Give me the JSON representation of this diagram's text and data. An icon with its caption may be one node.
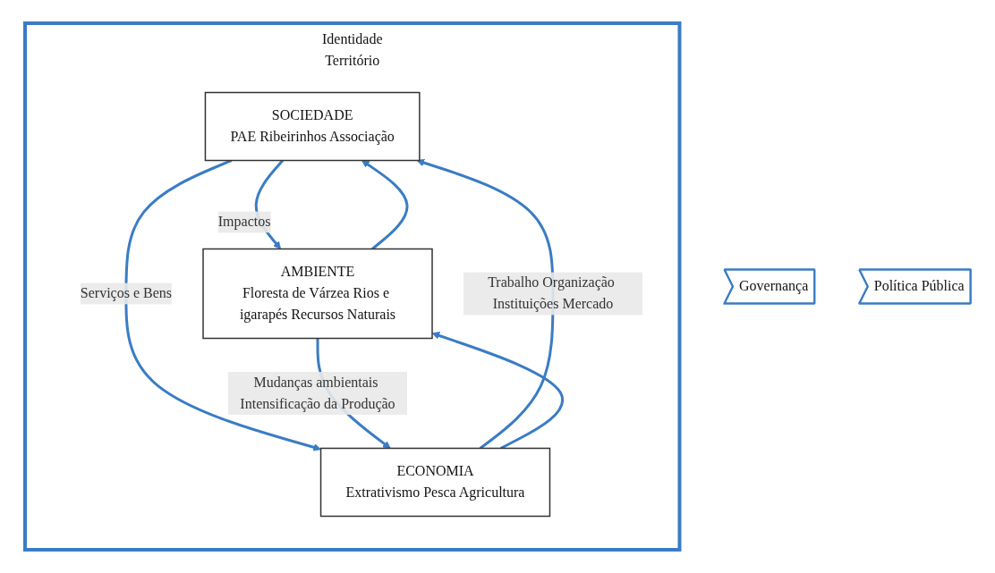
{
  "diagram": {
    "nodes": [
      {
        "text": [
          "Identidade",
          "Território"
        ]
      },
      {
        "text": [
          "Governança"
        ]
      },
      {
        "text": [
          "SOCIEDADE",
          "PAE Ribeirinhos Associação"
        ],
        "in": 0
      },
      {
        "text": [
          "Política Pública"
        ]
      },
      {
        "text": [
          "AMBIENTE",
          "Floresta de Várzea Rios e igarapés Recursos Naturais"
        ],
        "in": 0
      },
      {
        "text": [
          "ECONOMIA",
          "Extrativismo Pesca Agricultura"
        ],
        "in": 0
      }
    ],
    "edges": [
      {
        "from": 2,
        "to": 4,
        "arrow": "to",
        "label": "Impactos"
      },
      {
        "from": 4,
        "to": 2,
        "arrow": "to"
      },
      {
        "from": 2,
        "to": 5,
        "arrow": "to",
        "label": "Serviços e Bens"
      },
      {
        "from": 5,
        "to": 2,
        "arrow": "to",
        "label": "Trabalho Organização Instituições Mercado"
      },
      {
        "from": 5,
        "to": 4,
        "arrow": "to"
      },
      {
        "from": 4,
        "to": 5,
        "arrow": "to",
        "label": "Mudanças ambientais Intensificação da Produção"
      }
    ]
  }
}
